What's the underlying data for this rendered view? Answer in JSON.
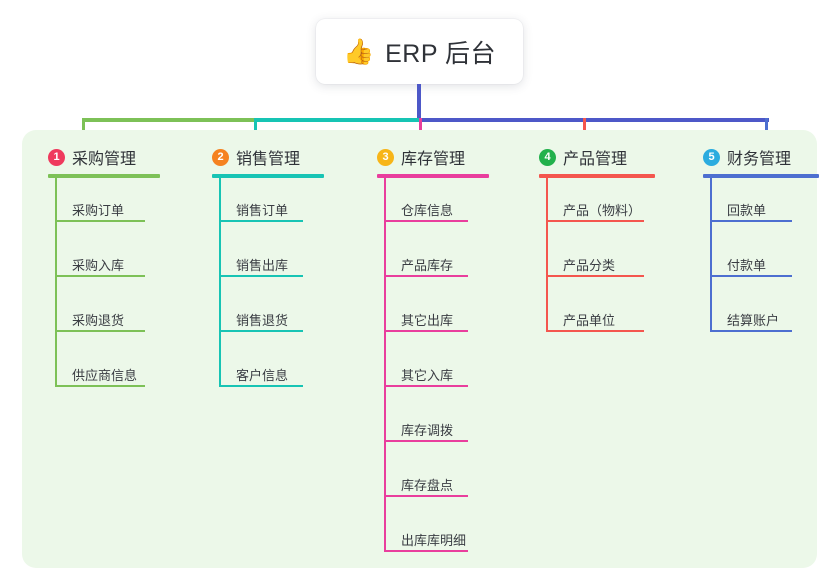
{
  "title": {
    "icon": "thumbs-up-icon",
    "emoji": "👍",
    "text": "ERP 后台"
  },
  "palette": {
    "panel_bg": "#ecf8e9",
    "stem": "#4d58c8",
    "rail_left": "#7dc157",
    "rail_mid": "#17c4b4",
    "rail_right": "#4d58c8",
    "text": "#2f3238"
  },
  "columns": [
    {
      "index": "1",
      "title": "采购管理",
      "badge_color": "#ef3a5d",
      "accent": "#7dc157",
      "items": [
        "采购订单",
        "采购入库",
        "采购退货",
        "供应商信息"
      ]
    },
    {
      "index": "2",
      "title": "销售管理",
      "badge_color": "#f58220",
      "accent": "#17c4b4",
      "items": [
        "销售订单",
        "销售出库",
        "销售退货",
        "客户信息"
      ]
    },
    {
      "index": "3",
      "title": "库存管理",
      "badge_color": "#f7b518",
      "accent": "#e93e9d",
      "items": [
        "仓库信息",
        "产品库存",
        "其它出库",
        "其它入库",
        "库存调拨",
        "库存盘点",
        "出库库明细"
      ]
    },
    {
      "index": "4",
      "title": "产品管理",
      "badge_color": "#22b14c",
      "accent": "#f4564e",
      "items": [
        "产品（物料）",
        "产品分类",
        "产品单位"
      ]
    },
    {
      "index": "5",
      "title": "财务管理",
      "badge_color": "#2bacdf",
      "accent": "#4d6fd0",
      "items": [
        "回款单",
        "付款单",
        "结算账户"
      ]
    }
  ]
}
